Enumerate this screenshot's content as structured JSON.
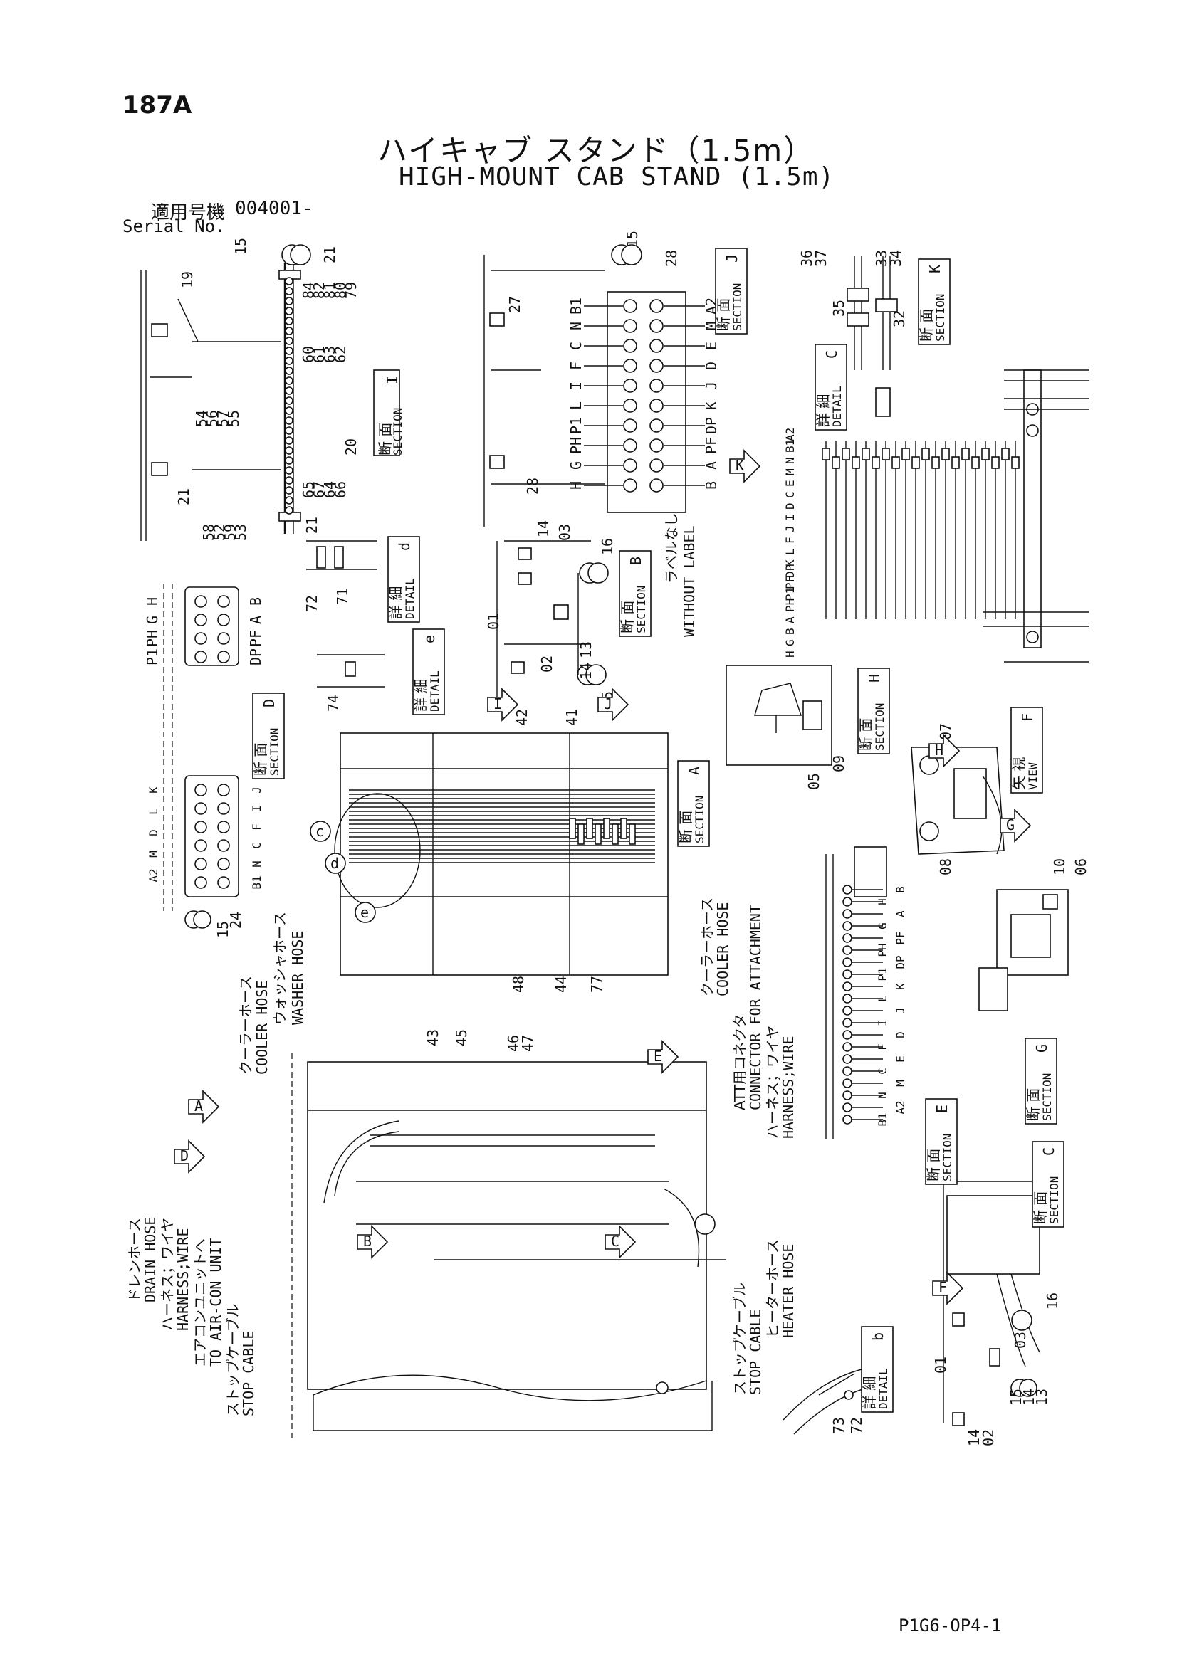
{
  "header": {
    "page_number": "187A",
    "title_jp": "ハイキャブ スタンド（1.5m）",
    "title_en": "HIGH-MOUNT CAB STAND (1.5m)",
    "serial_label_jp": "適用号機",
    "serial_value": "004001-",
    "serial_label_en": "Serial No."
  },
  "footer": {
    "code": "P1G6-OP4-1"
  },
  "sections": {
    "I": {
      "jp": "断 面",
      "en": "SECTION",
      "letter": "I"
    },
    "J": {
      "jp": "断 面",
      "en": "SECTION",
      "letter": "J"
    },
    "K": {
      "jp": "断 面",
      "en": "SECTION",
      "letter": "K"
    },
    "B": {
      "jp": "断 面",
      "en": "SECTION",
      "letter": "B"
    },
    "D": {
      "jp": "断 面",
      "en": "SECTION",
      "letter": "D"
    },
    "A": {
      "jp": "断 面",
      "en": "SECTION",
      "letter": "A"
    },
    "H": {
      "jp": "断 面",
      "en": "SECTION",
      "letter": "H"
    },
    "G": {
      "jp": "断 面",
      "en": "SECTION",
      "letter": "G"
    },
    "E": {
      "jp": "断 面",
      "en": "SECTION",
      "letter": "E"
    },
    "C": {
      "jp": "断 面",
      "en": "SECTION",
      "letter": "C"
    }
  },
  "details": {
    "c": {
      "jp": "詳 細",
      "en": "DETAIL",
      "letter": "C"
    },
    "d": {
      "jp": "詳 細",
      "en": "DETAIL",
      "letter": "d"
    },
    "e": {
      "jp": "詳 細",
      "en": "DETAIL",
      "letter": "e"
    },
    "b": {
      "jp": "詳 細",
      "en": "DETAIL",
      "letter": "b"
    }
  },
  "view_f": {
    "jp": "矢 視",
    "en": "VIEW",
    "letter": "F"
  },
  "hose_labels": {
    "cooler_hose_jp": "クーラーホース",
    "cooler_hose_en": "COOLER HOSE",
    "washer_hose_jp": "ウォッシャホース",
    "washer_hose_en": "WASHER HOSE",
    "drain_hose_jp": "ドレンホース",
    "drain_hose_en": "DRAIN HOSE",
    "harness_jp": "ハーネス；ワイヤ",
    "harness_en": "HARNESS;WIRE",
    "aircon_jp": "エアコンユニットへ",
    "aircon_en": "TO AIR-CON UNIT",
    "stop_cable_jp": "ストップケーブル",
    "stop_cable_en": "STOP CABLE",
    "cooler_hose2_jp": "クーラーホース",
    "cooler_hose2_en": "COOLER HOSE",
    "att_conn_jp": "ATT用コネクタ",
    "att_conn_en": "CONNECTOR FOR ATTACHMENT",
    "harness2_jp": "ハーネス；ワイヤ",
    "harness2_en": "HARNESS;WIRE",
    "heater_hose_jp": "ヒーターホース",
    "heater_hose_en": "HEATER HOSE",
    "stop_cable2_jp": "ストップケーブル",
    "stop_cable2_en": "STOP CABLE",
    "without_label_jp": "ラベルなし",
    "without_label_en": "WITHOUT LABEL"
  },
  "part_numbers": {
    "sec_i_top": [
      "15",
      "21",
      "84",
      "82",
      "81",
      "80",
      "79"
    ],
    "sec_i_mid": [
      "60",
      "61",
      "63",
      "62"
    ],
    "sec_i_left": [
      "54",
      "56",
      "57",
      "55"
    ],
    "sec_i_low": [
      "20",
      "65",
      "67",
      "64",
      "66"
    ],
    "sec_i_bottom": [
      "58",
      "52",
      "59",
      "53"
    ],
    "sec_i_misc": [
      "19",
      "21",
      "21"
    ],
    "sec_j": [
      "15",
      "28",
      "27",
      "28"
    ],
    "sec_k": [
      "36",
      "37",
      "35",
      "33",
      "34",
      "32"
    ],
    "sec_b": [
      "14",
      "03",
      "16",
      "01",
      "13",
      "02",
      "14",
      "15"
    ],
    "detail_d": [
      "72",
      "71"
    ],
    "detail_e": [
      "74"
    ],
    "sec_a": [
      "42",
      "41",
      "48",
      "44",
      "77",
      "15",
      "24"
    ],
    "main_view": [
      "43",
      "45",
      "46",
      "47"
    ],
    "sec_h": [
      "05",
      "09"
    ],
    "view_f": [
      "07",
      "08"
    ],
    "sec_g": [
      "10",
      "06"
    ],
    "sec_c": [
      "16",
      "01",
      "03",
      "13",
      "14",
      "15",
      "14",
      "02"
    ],
    "detail_b": [
      "73",
      "72"
    ]
  },
  "port_letters": {
    "sec_j_left": [
      "B1",
      "N",
      "C",
      "F",
      "I",
      "L",
      "P1",
      "PH",
      "G",
      "H"
    ],
    "sec_j_right": [
      "A2",
      "M",
      "E",
      "D",
      "J",
      "K",
      "DP",
      "PF",
      "A",
      "B"
    ],
    "sec_d_top": [
      "H",
      "G",
      "PH",
      "P1",
      "B",
      "A",
      "PF",
      "DP"
    ],
    "sec_d_bottom": [
      "K",
      "L",
      "D",
      "M",
      "A2",
      "J",
      "I",
      "F",
      "C",
      "N",
      "B1"
    ],
    "detail_c": [
      "A2",
      "B1",
      "N",
      "M",
      "E",
      "C",
      "D",
      "I",
      "J",
      "F",
      "L",
      "K",
      "DP",
      "PF",
      "P1",
      "PH",
      "A",
      "B",
      "G",
      "H"
    ],
    "sec_e": [
      "B",
      "H",
      "A",
      "G",
      "PF",
      "PH",
      "DP",
      "P1",
      "K",
      "L",
      "J",
      "I",
      "D",
      "F",
      "E",
      "C",
      "M",
      "N",
      "A2",
      "B1"
    ]
  },
  "view_arrows": [
    "K",
    "I",
    "J",
    "H",
    "G",
    "E",
    "A",
    "D",
    "B",
    "C",
    "F"
  ]
}
